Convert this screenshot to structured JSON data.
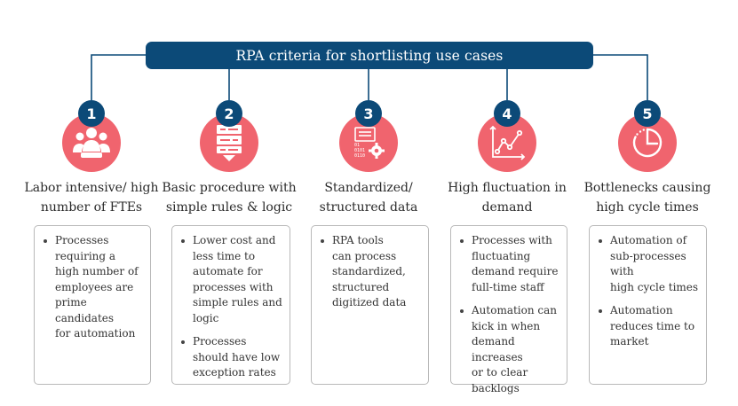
{
  "title": "RPA criteria for shortlisting use cases",
  "criteria": [
    {
      "number": "1",
      "icon": "people-group-icon",
      "heading_lines": [
        "Labor intensive/ high",
        "number of FTEs"
      ],
      "bullets": [
        [
          "Processes",
          "requiring a",
          "high number of",
          "employees are",
          "prime candidates",
          "for automation"
        ]
      ]
    },
    {
      "number": "2",
      "icon": "process-flow-icon",
      "heading_lines": [
        "Basic procedure with",
        "simple rules & logic"
      ],
      "bullets": [
        [
          "Lower cost and",
          "less time to",
          "automate for",
          "processes with",
          "simple rules and",
          "logic"
        ],
        [
          "Processes",
          "should have low",
          "exception rates"
        ]
      ]
    },
    {
      "number": "3",
      "icon": "data-gear-icon",
      "heading_lines": [
        "Standardized/",
        "structured data"
      ],
      "bullets": [
        [
          "RPA tools",
          "can process",
          "standardized,",
          "structured",
          "digitized data"
        ]
      ]
    },
    {
      "number": "4",
      "icon": "line-chart-icon",
      "heading_lines": [
        "High fluctuation in",
        "demand"
      ],
      "bullets": [
        [
          "Processes with",
          "fluctuating",
          "demand require",
          "full-time staff"
        ],
        [
          "Automation can",
          "kick in when",
          "demand increases",
          "or to clear",
          "backlogs"
        ]
      ]
    },
    {
      "number": "5",
      "icon": "cycle-timer-icon",
      "heading_lines": [
        "Bottlenecks causing",
        "high cycle times"
      ],
      "bullets": [
        [
          "Automation of",
          "sub-processes with",
          "high cycle times"
        ],
        [
          "Automation",
          "reduces time to",
          "market"
        ]
      ]
    }
  ],
  "colors": {
    "navy": "#0c4a78",
    "coral": "#f0646e",
    "box_border": "#b9b9b9"
  }
}
